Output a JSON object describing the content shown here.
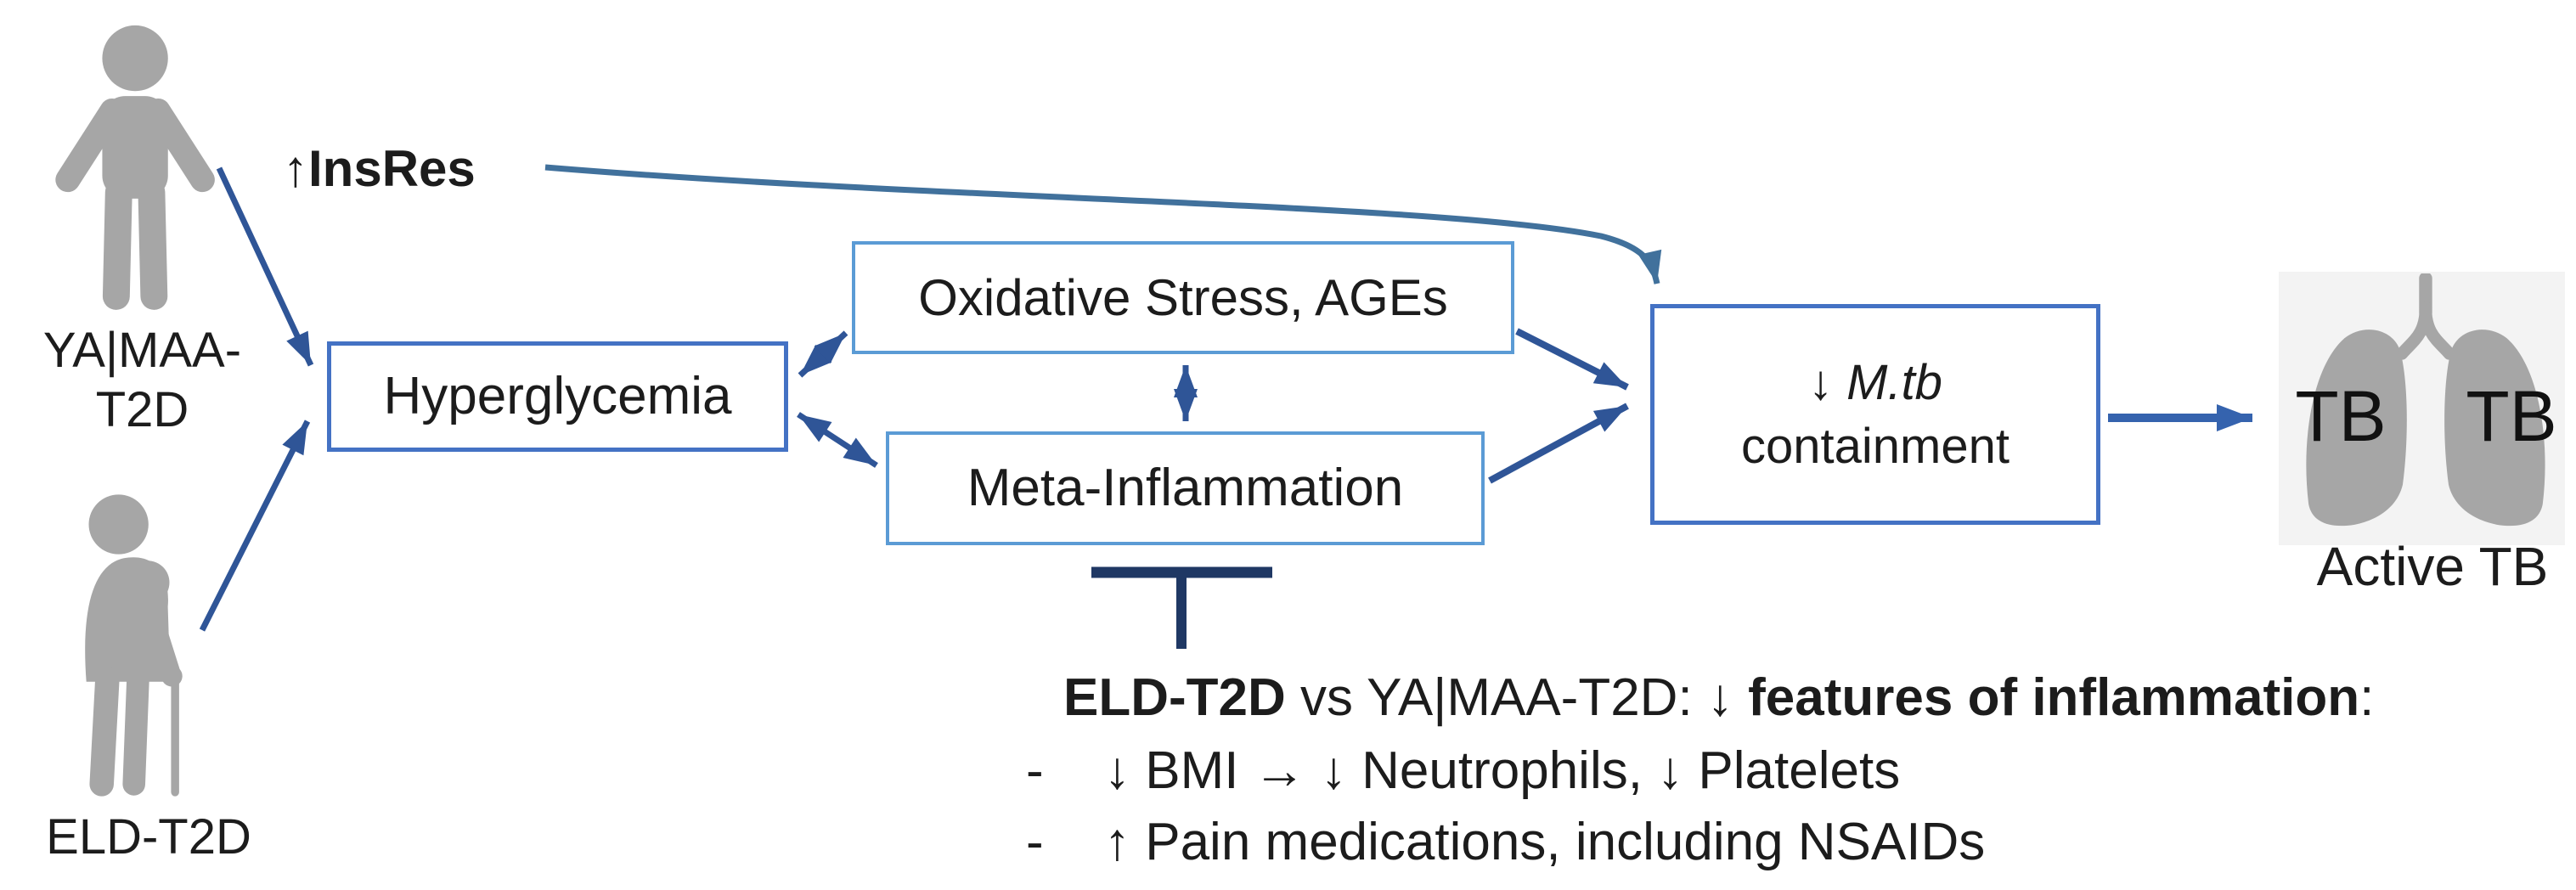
{
  "people": {
    "young": {
      "label_line1": "YA|MAA-",
      "label_line2": "T2D"
    },
    "elderly": {
      "label": "ELD-T2D"
    }
  },
  "annotations": {
    "insres": "↑InsRes"
  },
  "boxes": {
    "hyperglycemia": "Hyperglycemia",
    "oxidative": "Oxidative Stress, AGEs",
    "meta": "Meta-Inflammation",
    "mtb": {
      "line1_prefix": "↓ ",
      "line1_italic": "M.tb",
      "line2": "containment"
    }
  },
  "lungs": {
    "left_label": "TB",
    "right_label": "TB",
    "caption": "Active TB"
  },
  "note": {
    "heading": {
      "bold1": "ELD-T2D",
      "mid": " vs YA|MAA-T2D: ",
      "bold2": "↓ features of inflammation",
      "suffix": ":"
    },
    "items": [
      {
        "bullet": "-",
        "text": "↓ BMI → ↓ Neutrophils, ↓ Platelets"
      },
      {
        "bullet": "-",
        "text": "↑ Pain medications, including NSAIDs"
      }
    ]
  },
  "colors": {
    "box_border_dark": "#4472C4",
    "box_border_light": "#5B9BD5",
    "arrow_dark": "#2F5597",
    "arrow_steel": "#41719C",
    "arrow_bright": "#3563AE",
    "inhibitor_bar": "#1F3864",
    "icon_gray": "#A6A6A6",
    "lungs_background": "#F3F3F3"
  }
}
